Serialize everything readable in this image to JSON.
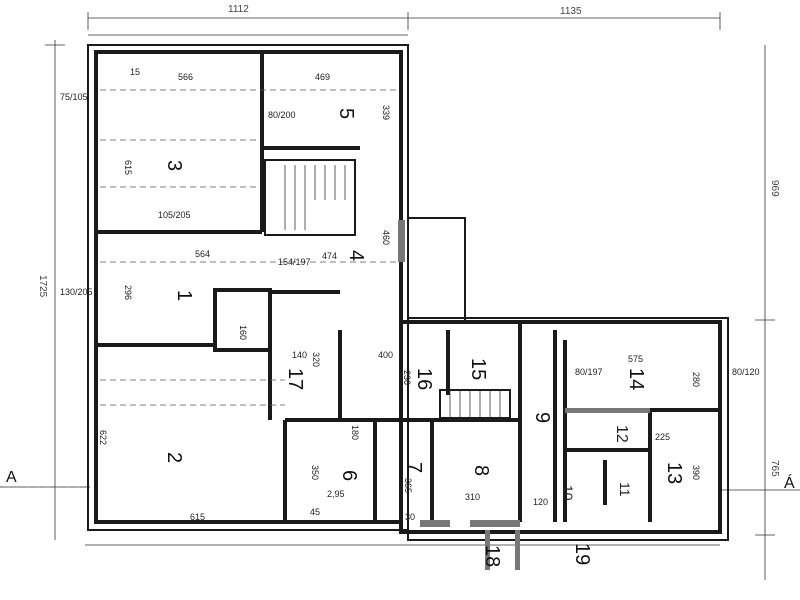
{
  "plan": {
    "rooms": [
      "1",
      "2",
      "3",
      "4",
      "5",
      "6",
      "7",
      "8",
      "9",
      "10",
      "11",
      "12",
      "13",
      "14",
      "15",
      "16",
      "17",
      "18",
      "19"
    ],
    "section_marks": {
      "left": "A",
      "right": "Á"
    },
    "overall_dims": {
      "top_left": "1112",
      "top_right": "1135",
      "left": "1725",
      "right_upper": "969",
      "right_lower": "765"
    },
    "dims": {
      "d566": "566",
      "d469": "469",
      "d564": "564",
      "d474": "474",
      "d615a": "615",
      "d622": "622",
      "d615b": "615",
      "d575": "575",
      "d400": "400",
      "d310": "310",
      "d295": "2,95",
      "d365": "365",
      "d390": "390",
      "d280": "280",
      "d225": "225",
      "d230": "230",
      "d320": "320",
      "d140": "140",
      "d160": "160",
      "d460": "460",
      "d339": "339",
      "d80_200": "80/200",
      "d154_197": "154/197",
      "d105_205": "105/205",
      "d75_105": "75/105",
      "d130_205": "130/205",
      "d80_120": "80/120",
      "d80_197": "80/197",
      "d180": "180",
      "d120": "120",
      "d15": "15",
      "d45": "45",
      "d30": "30",
      "d350": "350",
      "d296": "296"
    }
  }
}
